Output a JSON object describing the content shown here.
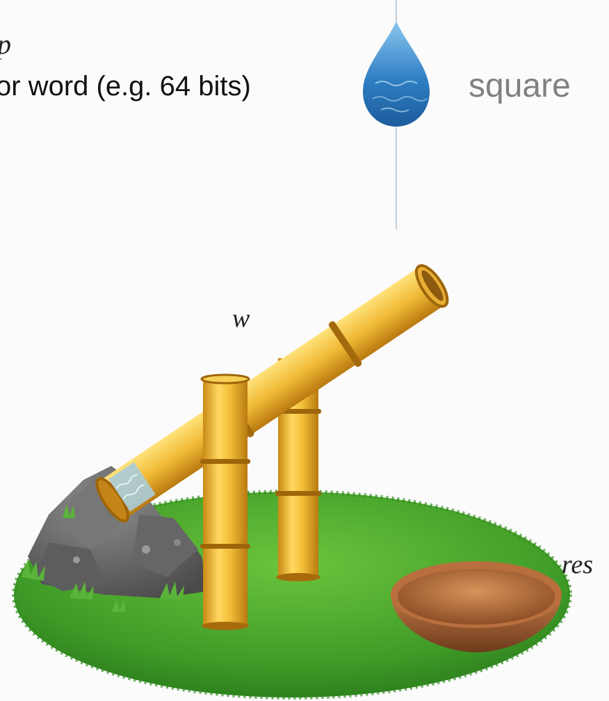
{
  "labels": {
    "p_symbol": "p",
    "word_description": "or word (e.g. 64 bits)",
    "operation": "square",
    "w_symbol": "w",
    "res_symbol": "res"
  },
  "colors": {
    "water": "#3d8fd1",
    "bamboo": "#e9b531",
    "grass": "#3e9a2a",
    "rock": "#6c6c6c",
    "bowl": "#a8663a",
    "operation_text": "#808080"
  },
  "icons": [
    "water-drop-icon",
    "bamboo-spout-icon",
    "rock-pile-icon",
    "grass-island-icon",
    "wooden-bowl-icon"
  ]
}
